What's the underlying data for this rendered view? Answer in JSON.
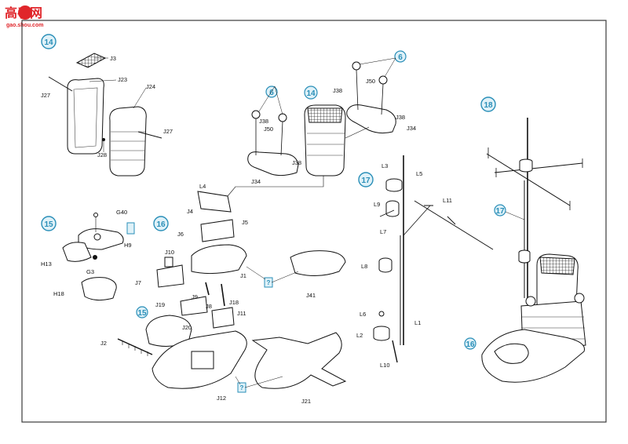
{
  "watermark": {
    "logo_text": "高手网",
    "url": "gao.shou.com"
  },
  "steps": {
    "s14": "14",
    "s15": "15",
    "s16": "16",
    "s17": "17",
    "s18": "18",
    "s6": "6"
  },
  "parts": {
    "J3": "J3",
    "J23": "J23",
    "J24": "J24",
    "J27": "J27",
    "J28": "J28",
    "J38": "J38",
    "J50": "J50",
    "J34": "J34",
    "L3": "L3",
    "L5": "L5",
    "L9": "L9",
    "L7": "L7",
    "L11": "L11",
    "L8": "L8",
    "L6": "L6",
    "L2": "L2",
    "L1": "L1",
    "L10": "L10",
    "L4": "L4",
    "J4": "J4",
    "J5": "J5",
    "J6": "J6",
    "J10": "J10",
    "J7": "J7",
    "J1": "J1",
    "J9": "J9",
    "J19": "J19",
    "J8": "J8",
    "J18": "J18",
    "J11": "J11",
    "J20": "J20",
    "J2": "J2",
    "J12": "J12",
    "J21": "J21",
    "J41": "J41",
    "G40": "G40",
    "G3": "G3",
    "H9": "H9",
    "H13": "H13",
    "H18": "H18"
  },
  "callouts": {
    "q": "?"
  },
  "colors": {
    "step_circle": "#2a8fb8",
    "step_fill": "#dff1f8",
    "frame": "#3b3b3b",
    "logo_red": "#e0262b"
  }
}
